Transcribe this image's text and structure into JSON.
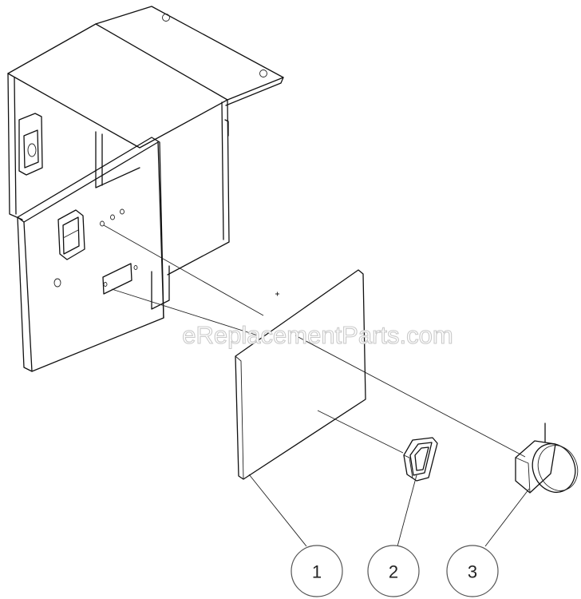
{
  "watermark": "eReplacementParts.com",
  "callouts": [
    {
      "label": "1",
      "part": "panel-overlay-label"
    },
    {
      "label": "2",
      "part": "rocker-switch"
    },
    {
      "label": "3",
      "part": "thermostat-knob"
    }
  ]
}
